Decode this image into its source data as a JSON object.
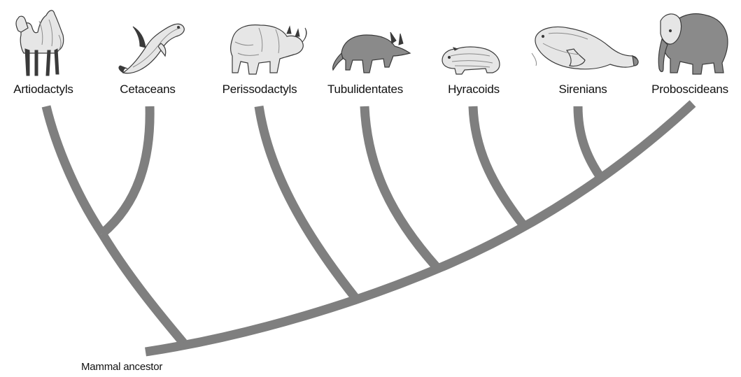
{
  "diagram": {
    "colors": {
      "branch": "#7f7f7f",
      "animal_fill": "#e6e6e6",
      "animal_shade": "#8a8a8a",
      "animal_dark": "#3a3a3a",
      "text": "#111111"
    },
    "taxa": [
      {
        "id": "artiodactyls",
        "label": "Artiodactyls",
        "icon": "camel-icon"
      },
      {
        "id": "cetaceans",
        "label": "Cetaceans",
        "icon": "dolphin-icon"
      },
      {
        "id": "perissodactyls",
        "label": "Perissodactyls",
        "icon": "rhinoceros-icon"
      },
      {
        "id": "tubulidentates",
        "label": "Tubulidentates",
        "icon": "aardvark-icon"
      },
      {
        "id": "hyracoids",
        "label": "Hyracoids",
        "icon": "hyrax-icon"
      },
      {
        "id": "sirenians",
        "label": "Sirenians",
        "icon": "manatee-icon"
      },
      {
        "id": "proboscideans",
        "label": "Proboscideans",
        "icon": "elephant-icon"
      }
    ],
    "root_label": "Mammal ancestor"
  }
}
